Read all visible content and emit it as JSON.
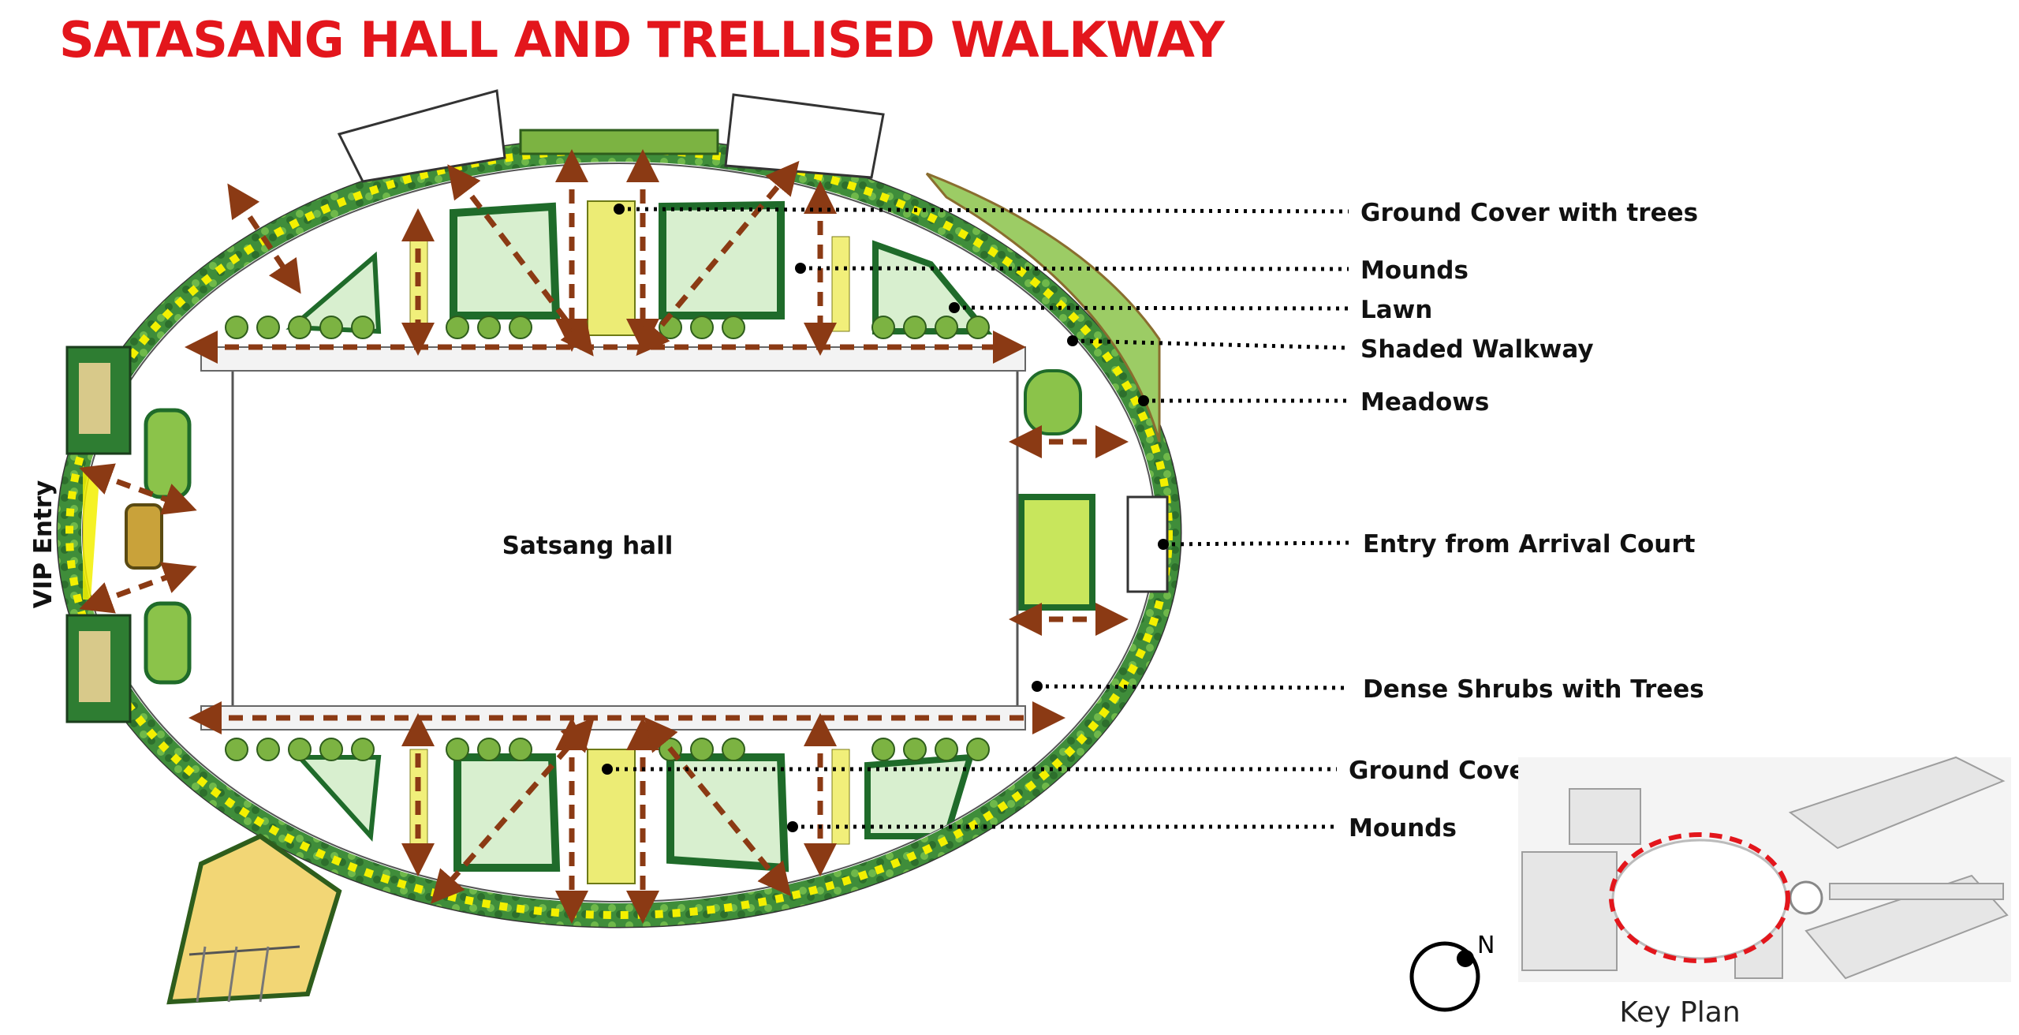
{
  "title": "SATASANG HALL AND TRELLISED WALKWAY",
  "hall_label": "Satsang hall",
  "vip_entry": "VIP Entry",
  "callouts": [
    "Ground Cover with trees",
    "Mounds",
    "Lawn",
    "Shaded Walkway",
    "Meadows",
    "Entry from Arrival Court",
    "Dense Shrubs with Trees",
    "Ground Cover with trees",
    "Mounds"
  ],
  "north_label": "N",
  "key_plan_label": "Key Plan",
  "colors": {
    "title": "#e3161c",
    "walkway_dots": "#f3f000",
    "arrows": "#8b3a14",
    "dark_green": "#1f6b2a",
    "light_green": "#d8efcf",
    "key_plan_highlight": "#e3161c"
  }
}
